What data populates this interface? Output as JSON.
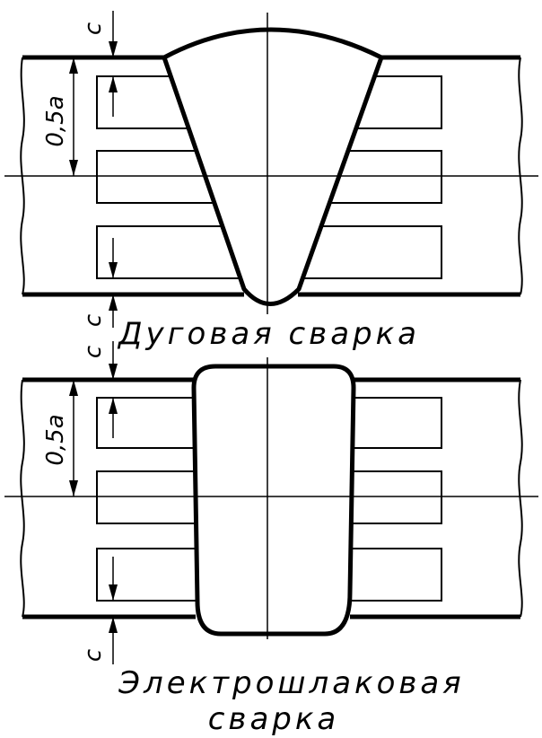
{
  "top_panel": {
    "caption": "Дуговая сварка",
    "dim_c_top": "c",
    "dim_c_bottom": "c",
    "dim_half_a": "0,5a"
  },
  "bottom_panel": {
    "caption_line1": "Электрошлаковая",
    "caption_line2": "сварка",
    "dim_c_top": "c",
    "dim_c_bottom": "c",
    "dim_half_a": "0,5a"
  }
}
